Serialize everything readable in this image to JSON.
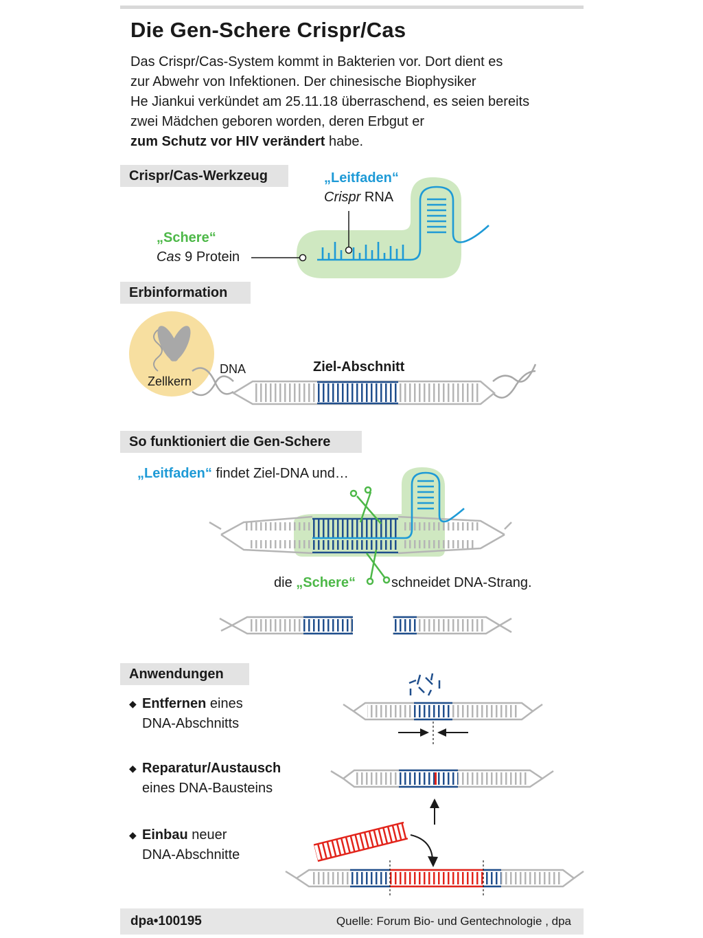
{
  "title": "Die Gen-Schere Crispr/Cas",
  "intro": {
    "line1": "Das Crispr/Cas-System kommt in Bakterien vor. Dort dient es",
    "line2": "zur Abwehr von Infektionen. Der chinesische Biophysiker",
    "line3": "He Jiankui verkündet am 25.11.18 überraschend, es seien bereits",
    "line4": "zwei Mädchen geboren worden, deren Erbgut er",
    "line5_bold": "zum Schutz vor HIV verändert",
    "line5_rest": " habe."
  },
  "sections": {
    "tool": "Crispr/Cas-Werkzeug",
    "dna": "Erbinformation",
    "howto": "So funktioniert die Gen-Schere",
    "uses": "Anwendungen"
  },
  "tool": {
    "guide_label": "„Leitfaden“",
    "guide_sub_italic": "Crispr",
    "guide_sub_rest": " RNA",
    "scissors_label": "„Schere“",
    "scissors_sub_italic": "Cas",
    "scissors_sub_rest": " 9 Protein"
  },
  "dna": {
    "nucleus": "Zellkern",
    "dna_label": "DNA",
    "target": "Ziel-Abschnitt"
  },
  "howto": {
    "step1_blue": "„Leitfaden“",
    "step1_rest": " findet Ziel-DNA und…",
    "step2_pre": "die ",
    "step2_green": "„Schere“",
    "step2_rest": "schneidet DNA-Strang."
  },
  "uses": {
    "item1_bold": "Entfernen",
    "item1_rest": " eines",
    "item1_line2": "DNA-Abschnitts",
    "item2_bold": "Reparatur/Austausch",
    "item2_line2": "eines DNA-Bausteins",
    "item3_bold": "Einbau",
    "item3_rest": " neuer",
    "item3_line2": "DNA-Abschnitte"
  },
  "footer": {
    "logo": "dpa•100195",
    "source": "Quelle: Forum Bio- und Gentechnologie , dpa"
  },
  "colors": {
    "guide_blue": "#1e9ad6",
    "scissors_green": "#4db848",
    "protein_fill": "#cfe8c1",
    "target_navy": "#1f4e8c",
    "dna_gray": "#b5b5b5",
    "insert_red": "#e2231a",
    "nucleus_yellow": "#f7dfa0"
  }
}
